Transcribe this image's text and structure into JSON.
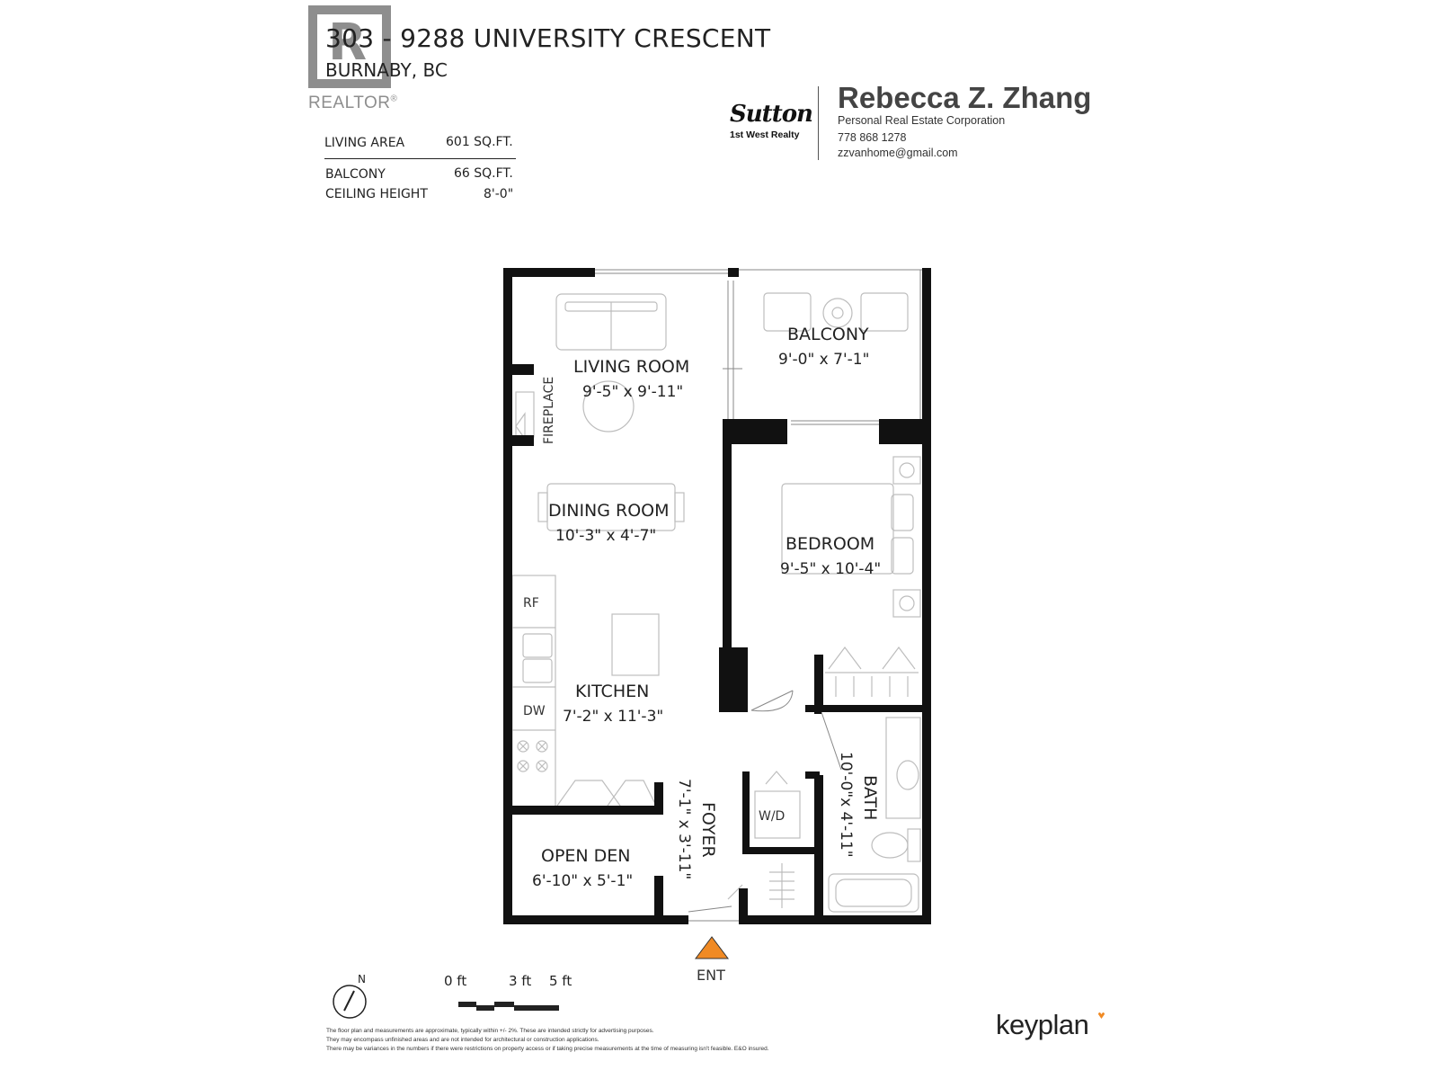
{
  "header": {
    "address": "303 - 9288 UNIVERSITY CRESCENT",
    "city": "BURNABY, BC",
    "realtor_logo_text": "REALTOR"
  },
  "stats": [
    {
      "label": "LIVING AREA",
      "value": "601 SQ.FT."
    },
    {
      "label": "BALCONY",
      "value": "66 SQ.FT."
    },
    {
      "label": "CEILING HEIGHT",
      "value": "8'-0\""
    }
  ],
  "agent": {
    "brokerage_logo": "Sutton",
    "brokerage_sub": "1st West Realty",
    "name": "Rebecca Z. Zhang",
    "title": "Personal Real Estate Corporation",
    "phone": "778 868 1278",
    "email": "zzvanhome@gmail.com"
  },
  "rooms": {
    "living": {
      "name": "LIVING ROOM",
      "dims": "9'-5\"  x  9'-11\""
    },
    "balcony": {
      "name": "BALCONY",
      "dims": "9'-0\"  x  7'-1\""
    },
    "dining": {
      "name": "DINING ROOM",
      "dims": "10'-3\"  x  4'-7\""
    },
    "bedroom": {
      "name": "BEDROOM",
      "dims": "9'-5\"  x  10'-4\""
    },
    "kitchen": {
      "name": "KITCHEN",
      "dims": "7'-2\"  x  11'-3\""
    },
    "foyer": {
      "name": "FOYER",
      "dims": "7'-1\"  x  3'-11\""
    },
    "bath": {
      "name": "BATH",
      "dims": "10'-0\"x 4'-11\""
    },
    "den": {
      "name": "OPEN DEN",
      "dims": "6'-10\"  x  5'-1\""
    }
  },
  "fixtures": {
    "fireplace": "FIREPLACE",
    "fridge": "RF",
    "dishwasher": "DW",
    "washer_dryer": "W/D",
    "entrance": "ENT"
  },
  "legend": {
    "north": "N",
    "scale_0": "0 ft",
    "scale_3": "3 ft",
    "scale_5": "5 ft"
  },
  "disclaimer": [
    "The floor plan and measurements are approximate, typically within +/- 2%. These are intended strictly for advertising purposes.",
    "They may encompass unfinished areas and are not intended for architectural or construction applications.",
    "There may be variances in the numbers if there were restrictions on property access or if taking precise measurements at the time of measuring isn't feasible. E&O insured."
  ],
  "footer": {
    "brand": "keyplan"
  },
  "colors": {
    "wall": "#111111",
    "entrance_marker": "#f08a24",
    "logo_grey": "#8e8e8e",
    "keyplan_accent": "#f08a24"
  }
}
